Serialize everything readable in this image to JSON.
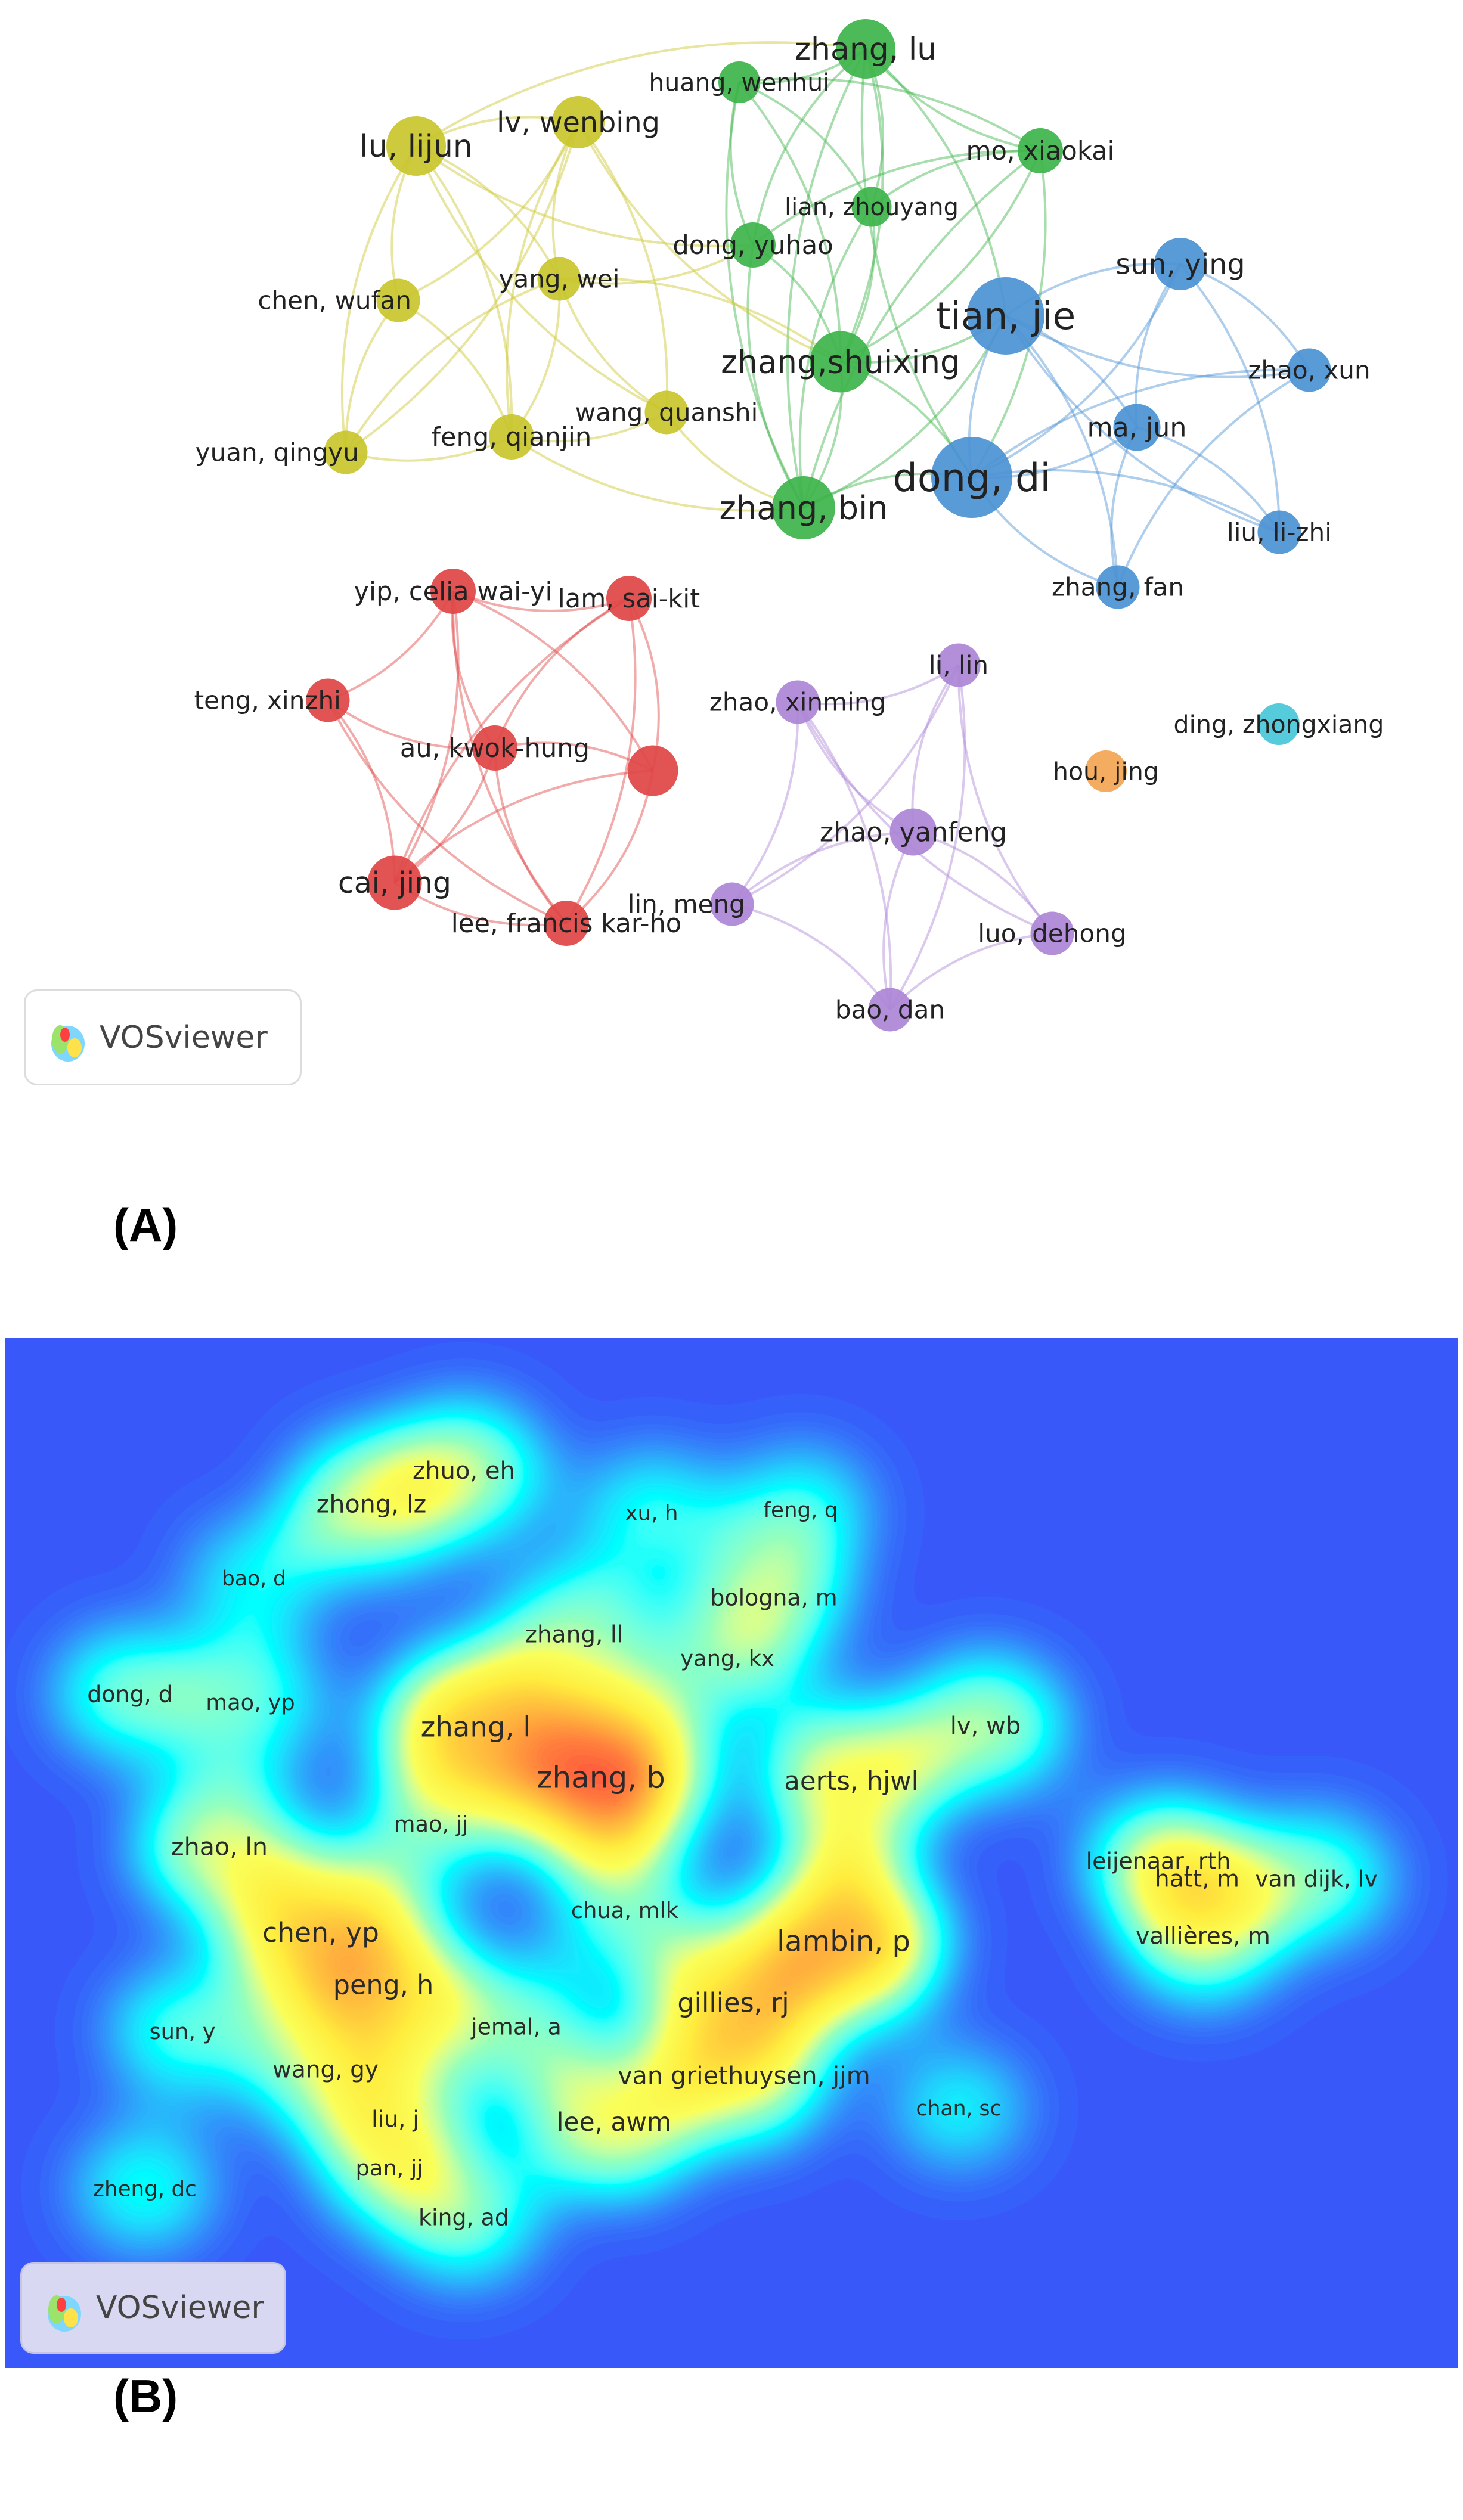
{
  "panel_labels": {
    "a": "(A)",
    "b": "(B)"
  },
  "badge_text": "VOSviewer",
  "network": {
    "nodes": [
      {
        "id": "zhang_lu",
        "label": "zhang, lu",
        "cluster": "green",
        "w": 1.0
      },
      {
        "id": "huang_wenhui",
        "label": "huang, wenhui",
        "cluster": "green",
        "w": 0.5
      },
      {
        "id": "mo_xiaokai",
        "label": "mo, xiaokai",
        "cluster": "green",
        "w": 0.6
      },
      {
        "id": "lian_zhouyang",
        "label": "lian, zhouyang",
        "cluster": "green",
        "w": 0.45
      },
      {
        "id": "dong_yuhao",
        "label": "dong, yuhao",
        "cluster": "green",
        "w": 0.6
      },
      {
        "id": "zhang_shuixing",
        "label": "zhang,shuixing",
        "cluster": "green",
        "w": 1.05
      },
      {
        "id": "zhang_bin",
        "label": "zhang, bin",
        "cluster": "green",
        "w": 1.1
      },
      {
        "id": "lu_lijun",
        "label": "lu, lijun",
        "cluster": "yellow",
        "w": 1.0
      },
      {
        "id": "lv_wenbing",
        "label": "lv, wenbing",
        "cluster": "yellow",
        "w": 0.8
      },
      {
        "id": "chen_wufan",
        "label": "chen, wufan",
        "cluster": "yellow",
        "w": 0.55
      },
      {
        "id": "yang_wei",
        "label": "yang, wei",
        "cluster": "yellow",
        "w": 0.55
      },
      {
        "id": "wang_quanshi",
        "label": "wang, quanshi",
        "cluster": "yellow",
        "w": 0.55
      },
      {
        "id": "feng_qianjin",
        "label": "feng, qianjin",
        "cluster": "yellow",
        "w": 0.6
      },
      {
        "id": "yuan_qingyu",
        "label": "yuan, qingyu",
        "cluster": "yellow",
        "w": 0.55
      },
      {
        "id": "tian_jie",
        "label": "tian, jie",
        "cluster": "blue",
        "w": 1.5
      },
      {
        "id": "dong_di",
        "label": "dong, di",
        "cluster": "blue",
        "w": 1.6
      },
      {
        "id": "sun_ying",
        "label": "sun, ying",
        "cluster": "blue",
        "w": 0.8
      },
      {
        "id": "zhao_xun",
        "label": "zhao, xun",
        "cluster": "blue",
        "w": 0.55
      },
      {
        "id": "ma_jun",
        "label": "ma, jun",
        "cluster": "blue",
        "w": 0.65
      },
      {
        "id": "liu_lizhi",
        "label": "liu, li-zhi",
        "cluster": "blue",
        "w": 0.55
      },
      {
        "id": "zhang_fan",
        "label": "zhang, fan",
        "cluster": "blue",
        "w": 0.55
      },
      {
        "id": "yip_celia",
        "label": "yip, celia wai-yi",
        "cluster": "red",
        "w": 0.6
      },
      {
        "id": "lam_saikit",
        "label": "lam, sai-kit",
        "cluster": "red",
        "w": 0.6
      },
      {
        "id": "teng_xinzhi",
        "label": "teng, xinzhi",
        "cluster": "red",
        "w": 0.55
      },
      {
        "id": "au_kwokhung",
        "label": "au, kwok-hung",
        "cluster": "red",
        "w": 0.6
      },
      {
        "id": "red_unlabeled",
        "label": "",
        "cluster": "red",
        "w": 0.75
      },
      {
        "id": "cai_jing",
        "label": "cai, jing",
        "cluster": "red",
        "w": 0.85
      },
      {
        "id": "lee_francis",
        "label": "lee, francis kar-ho",
        "cluster": "red",
        "w": 0.6
      },
      {
        "id": "li_lin",
        "label": "li, lin",
        "cluster": "purple",
        "w": 0.55
      },
      {
        "id": "zhao_xinming",
        "label": "zhao, xinming",
        "cluster": "purple",
        "w": 0.55
      },
      {
        "id": "zhao_yanfeng",
        "label": "zhao, yanfeng",
        "cluster": "purple",
        "w": 0.65
      },
      {
        "id": "lin_meng",
        "label": "lin, meng",
        "cluster": "purple",
        "w": 0.55
      },
      {
        "id": "luo_dehong",
        "label": "luo, dehong",
        "cluster": "purple",
        "w": 0.55
      },
      {
        "id": "bao_dan",
        "label": "bao, dan",
        "cluster": "purple",
        "w": 0.55
      },
      {
        "id": "hou_jing",
        "label": "hou, jing",
        "cluster": "orange",
        "w": 0.5
      },
      {
        "id": "ding_zhongxiang",
        "label": "ding, zhongxiang",
        "cluster": "cyan",
        "w": 0.5
      }
    ],
    "links": [
      [
        "zhang_lu",
        "huang_wenhui"
      ],
      [
        "zhang_lu",
        "mo_xiaokai"
      ],
      [
        "zhang_lu",
        "lian_zhouyang"
      ],
      [
        "zhang_lu",
        "dong_yuhao"
      ],
      [
        "zhang_lu",
        "zhang_shuixing"
      ],
      [
        "zhang_lu",
        "zhang_bin"
      ],
      [
        "zhang_lu",
        "tian_jie"
      ],
      [
        "zhang_lu",
        "dong_di"
      ],
      [
        "huang_wenhui",
        "mo_xiaokai"
      ],
      [
        "huang_wenhui",
        "dong_yuhao"
      ],
      [
        "huang_wenhui",
        "zhang_shuixing"
      ],
      [
        "huang_wenhui",
        "zhang_bin"
      ],
      [
        "huang_wenhui",
        "lian_zhouyang"
      ],
      [
        "mo_xiaokai",
        "lian_zhouyang"
      ],
      [
        "mo_xiaokai",
        "zhang_shuixing"
      ],
      [
        "mo_xiaokai",
        "zhang_bin"
      ],
      [
        "mo_xiaokai",
        "dong_di"
      ],
      [
        "mo_xiaokai",
        "dong_yuhao"
      ],
      [
        "lian_zhouyang",
        "zhang_shuixing"
      ],
      [
        "lian_zhouyang",
        "zhang_bin"
      ],
      [
        "dong_yuhao",
        "zhang_shuixing"
      ],
      [
        "dong_yuhao",
        "zhang_bin"
      ],
      [
        "zhang_shuixing",
        "zhang_bin"
      ],
      [
        "zhang_shuixing",
        "tian_jie"
      ],
      [
        "zhang_shuixing",
        "dong_di"
      ],
      [
        "zhang_bin",
        "tian_jie"
      ],
      [
        "zhang_bin",
        "dong_di"
      ],
      [
        "tian_jie",
        "dong_di"
      ],
      [
        "tian_jie",
        "sun_ying"
      ],
      [
        "tian_jie",
        "zhao_xun"
      ],
      [
        "tian_jie",
        "ma_jun"
      ],
      [
        "tian_jie",
        "liu_lizhi"
      ],
      [
        "tian_jie",
        "zhang_fan"
      ],
      [
        "dong_di",
        "sun_ying"
      ],
      [
        "dong_di",
        "zhao_xun"
      ],
      [
        "dong_di",
        "ma_jun"
      ],
      [
        "dong_di",
        "liu_lizhi"
      ],
      [
        "dong_di",
        "zhang_fan"
      ],
      [
        "sun_ying",
        "zhao_xun"
      ],
      [
        "sun_ying",
        "ma_jun"
      ],
      [
        "sun_ying",
        "liu_lizhi"
      ],
      [
        "ma_jun",
        "zhang_fan"
      ],
      [
        "ma_jun",
        "liu_lizhi"
      ],
      [
        "zhao_xun",
        "zhang_fan"
      ],
      [
        "lu_lijun",
        "lv_wenbing"
      ],
      [
        "lu_lijun",
        "chen_wufan"
      ],
      [
        "lu_lijun",
        "yang_wei"
      ],
      [
        "lu_lijun",
        "wang_quanshi"
      ],
      [
        "lu_lijun",
        "feng_qianjin"
      ],
      [
        "lu_lijun",
        "yuan_qingyu"
      ],
      [
        "lu_lijun",
        "zhang_lu"
      ],
      [
        "lu_lijun",
        "dong_yuhao"
      ],
      [
        "lv_wenbing",
        "chen_wufan"
      ],
      [
        "lv_wenbing",
        "yang_wei"
      ],
      [
        "lv_wenbing",
        "wang_quanshi"
      ],
      [
        "lv_wenbing",
        "feng_qianjin"
      ],
      [
        "lv_wenbing",
        "yuan_qingyu"
      ],
      [
        "lv_wenbing",
        "zhang_shuixing"
      ],
      [
        "chen_wufan",
        "feng_qianjin"
      ],
      [
        "chen_wufan",
        "yuan_qingyu"
      ],
      [
        "yang_wei",
        "feng_qianjin"
      ],
      [
        "yang_wei",
        "wang_quanshi"
      ],
      [
        "yang_wei",
        "zhang_shuixing"
      ],
      [
        "yang_wei",
        "dong_yuhao"
      ],
      [
        "wang_quanshi",
        "feng_qianjin"
      ],
      [
        "wang_quanshi",
        "zhang_bin"
      ],
      [
        "feng_qianjin",
        "yuan_qingyu"
      ],
      [
        "feng_qianjin",
        "zhang_bin"
      ],
      [
        "yuan_qingyu",
        "yang_wei"
      ],
      [
        "yip_celia",
        "lam_saikit"
      ],
      [
        "yip_celia",
        "teng_xinzhi"
      ],
      [
        "yip_celia",
        "au_kwokhung"
      ],
      [
        "yip_celia",
        "cai_jing"
      ],
      [
        "yip_celia",
        "lee_francis"
      ],
      [
        "yip_celia",
        "red_unlabeled"
      ],
      [
        "lam_saikit",
        "au_kwokhung"
      ],
      [
        "lam_saikit",
        "red_unlabeled"
      ],
      [
        "lam_saikit",
        "cai_jing"
      ],
      [
        "lam_saikit",
        "lee_francis"
      ],
      [
        "teng_xinzhi",
        "au_kwokhung"
      ],
      [
        "teng_xinzhi",
        "cai_jing"
      ],
      [
        "teng_xinzhi",
        "lee_francis"
      ],
      [
        "au_kwokhung",
        "cai_jing"
      ],
      [
        "au_kwokhung",
        "lee_francis"
      ],
      [
        "au_kwokhung",
        "red_unlabeled"
      ],
      [
        "red_unlabeled",
        "cai_jing"
      ],
      [
        "red_unlabeled",
        "lee_francis"
      ],
      [
        "cai_jing",
        "lee_francis"
      ],
      [
        "li_lin",
        "zhao_xinming"
      ],
      [
        "li_lin",
        "zhao_yanfeng"
      ],
      [
        "li_lin",
        "lin_meng"
      ],
      [
        "li_lin",
        "luo_dehong"
      ],
      [
        "li_lin",
        "bao_dan"
      ],
      [
        "zhao_xinming",
        "zhao_yanfeng"
      ],
      [
        "zhao_xinming",
        "lin_meng"
      ],
      [
        "zhao_xinming",
        "luo_dehong"
      ],
      [
        "zhao_xinming",
        "bao_dan"
      ],
      [
        "zhao_yanfeng",
        "lin_meng"
      ],
      [
        "zhao_yanfeng",
        "luo_dehong"
      ],
      [
        "zhao_yanfeng",
        "bao_dan"
      ],
      [
        "lin_meng",
        "bao_dan"
      ],
      [
        "luo_dehong",
        "bao_dan"
      ]
    ]
  },
  "density": {
    "items": [
      {
        "id": "zhuo_eh",
        "label": "zhuo, eh",
        "d": 0.55
      },
      {
        "id": "zhong_lz",
        "label": "zhong, lz",
        "d": 0.6
      },
      {
        "id": "xu_h",
        "label": "xu, h",
        "d": 0.35
      },
      {
        "id": "feng_q",
        "label": "feng, q",
        "d": 0.35
      },
      {
        "id": "bao_d",
        "label": "bao, d",
        "d": 0.3
      },
      {
        "id": "bologna_m",
        "label": "bologna, m",
        "d": 0.45
      },
      {
        "id": "zhang_ll",
        "label": "zhang, ll",
        "d": 0.5
      },
      {
        "id": "yang_kx",
        "label": "yang, kx",
        "d": 0.4
      },
      {
        "id": "dong_d",
        "label": "dong, d",
        "d": 0.45
      },
      {
        "id": "mao_yp",
        "label": "mao, yp",
        "d": 0.4
      },
      {
        "id": "zhang_l",
        "label": "zhang, l",
        "d": 0.85
      },
      {
        "id": "zhang_b",
        "label": "zhang, b",
        "d": 1.0
      },
      {
        "id": "lv_wb",
        "label": "lv, wb",
        "d": 0.55
      },
      {
        "id": "aerts_hjwl",
        "label": "aerts, hjwl",
        "d": 0.7
      },
      {
        "id": "mao_jj",
        "label": "mao, jj",
        "d": 0.4
      },
      {
        "id": "zhao_ln",
        "label": "zhao, ln",
        "d": 0.6
      },
      {
        "id": "leijenaar_rth",
        "label": "leijenaar, rth",
        "d": 0.45
      },
      {
        "id": "hatt_m",
        "label": "hatt, m",
        "d": 0.5
      },
      {
        "id": "van_dijk_lv",
        "label": "van dijk, lv",
        "d": 0.45
      },
      {
        "id": "chua_mlk",
        "label": "chua, mlk",
        "d": 0.4
      },
      {
        "id": "chen_yp",
        "label": "chen, yp",
        "d": 0.8
      },
      {
        "id": "lambin_p",
        "label": "lambin, p",
        "d": 0.9
      },
      {
        "id": "vallieres_m",
        "label": "vallières, m",
        "d": 0.5
      },
      {
        "id": "peng_h",
        "label": "peng, h",
        "d": 0.75
      },
      {
        "id": "gillies_rj",
        "label": "gillies, rj",
        "d": 0.75
      },
      {
        "id": "sun_y",
        "label": "sun, y",
        "d": 0.4
      },
      {
        "id": "jemal_a",
        "label": "jemal, a",
        "d": 0.45
      },
      {
        "id": "wang_gy",
        "label": "wang, gy",
        "d": 0.5
      },
      {
        "id": "van_griethuysen",
        "label": "van griethuysen, jjm",
        "d": 0.6
      },
      {
        "id": "liu_j",
        "label": "liu, j",
        "d": 0.45
      },
      {
        "id": "lee_awm",
        "label": "lee, awm",
        "d": 0.65
      },
      {
        "id": "chan_sc",
        "label": "chan, sc",
        "d": 0.3
      },
      {
        "id": "pan_jj",
        "label": "pan, jj",
        "d": 0.4
      },
      {
        "id": "zheng_dc",
        "label": "zheng, dc",
        "d": 0.35
      },
      {
        "id": "king_ad",
        "label": "king, ad",
        "d": 0.45
      }
    ]
  },
  "colors": {
    "green": "#3db44a",
    "yellow": "#c9c62c",
    "blue": "#4b93d4",
    "red": "#e04545",
    "purple": "#ad86d6",
    "orange": "#f2a552",
    "cyan": "#48c7d9",
    "density_bg": "#0b1bf2"
  }
}
